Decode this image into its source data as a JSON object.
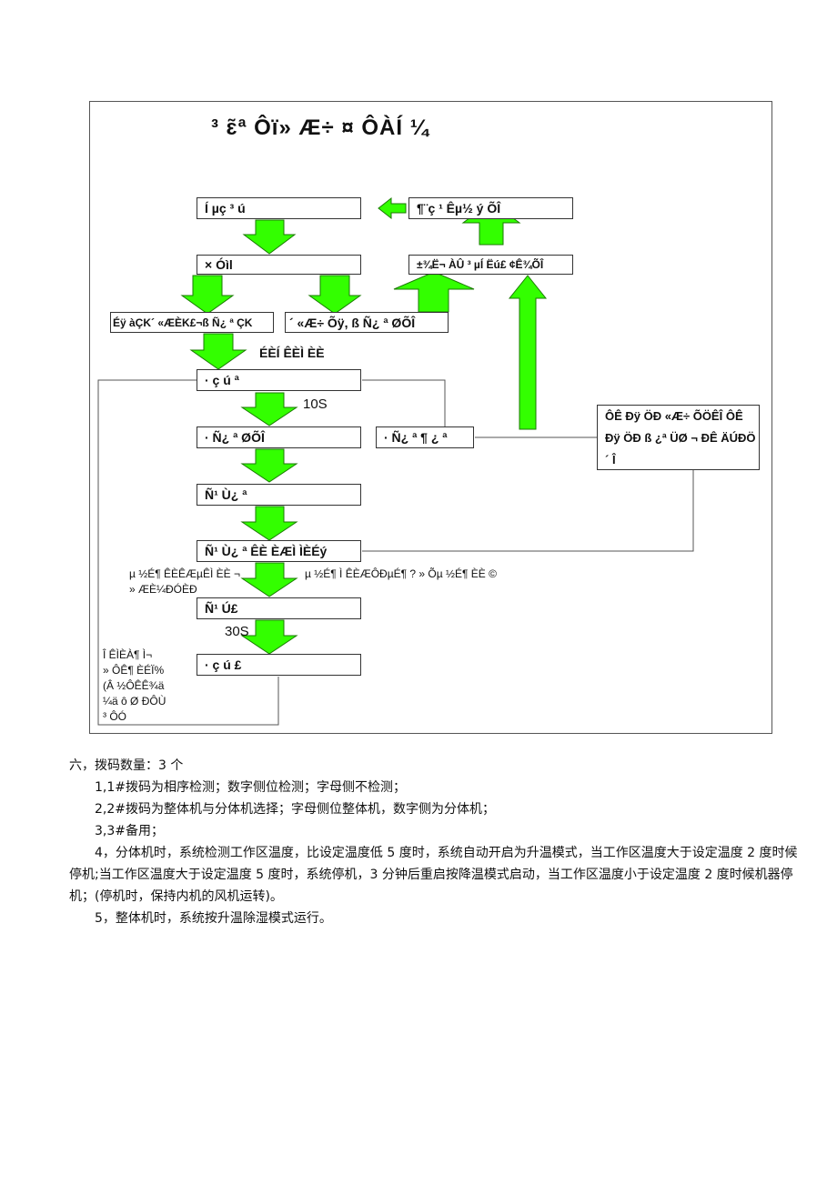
{
  "diagram": {
    "title": "³ ɛ̃ª Ôï» Æ÷ ¤ ÔÀÍ ¼",
    "boxes": {
      "b1": "Í µç ³ ú",
      "b2": "¶¨ç ¹ Êµ½ ý ÕÎ",
      "b3": "× Óìl",
      "b4": "±¾Ë¬ ÀÛ ³ µÍ Ëú£ ¢Ê¾ÕÎ",
      "b5": "Éÿ àÇK´ «ÆÈK£¬ß Ñ¿ ª ÇK",
      "b6": "´ «Æ÷ Õÿ, ß Ñ¿ ª ØÕÎ",
      "b7": "· ç ú ª",
      "b8": "· Ñ¿ ª ØÕÎ",
      "b9": "· Ñ¿ ª ¶ ¿ ª",
      "b10": "ÔÊ Ðÿ ÖÐ «Æ÷ ÕÖÊÎ ÔÊ Ðÿ ÖÐ ß ¿ª ÜØ ¬ ÐÊ ÄÚÐÖ´ Î",
      "b11": "Ñ¹ Ù¿ ª",
      "b12": "Ñ¹ Ù¿ ª ÊÈ ÈÆÌ ÌÈÉý",
      "b13": "Ñ¹ Ú£",
      "b14": "· ç ú £"
    },
    "labels": {
      "l1": "ÉÈÍ ÊÈÌ ÈÈ",
      "l2": "µ ½É¶ ÊÈÊÆµÊÌ ÈÈ ¬",
      "l3": "» ÆÈ¼ÐÓÈÐ",
      "l4": "µ ½É¶ Ì ÊÈÆÔÐµÉ¶ ? » Õµ ½É¶ ÈÈ ©"
    },
    "times": {
      "t1": "10S",
      "t2": "30S"
    },
    "note": "Î ÊÌÈÀ¶ Ì¬\n» ÔÊ¶ ÈÉÏ%\n(Â ½ÔÊÊ¾ä\n¼ä ô Ø ÐÔÙ\n³ ÔÓ"
  },
  "text": {
    "heading": "六，拨码数量：3 个",
    "item1": "1,1#拨码为相序检测；数字侧位检测；字母侧不检测；",
    "item2": "2,2#拨码为整体机与分体机选择；字母侧位整体机，数字侧为分体机；",
    "item3": "3,3#备用；",
    "item4": "4，分体机时，系统检测工作区温度，比设定温度低 5 度时，系统自动开启为升温模式，当工作区温度大于设定温度 2 度时候停机;当工作区温度大于设定温度 5 度时，系统停机，3 分钟后重启按降温模式启动，当工作区温度小于设定温度 2 度时候机器停机；(停机时，保持内机的风机运转)。",
    "item5": "5，整体机时，系统按升温除湿模式运行。"
  },
  "colors": {
    "arrow_fill": "#33ff00",
    "arrow_stroke": "#1a7a00",
    "line": "#555555"
  }
}
